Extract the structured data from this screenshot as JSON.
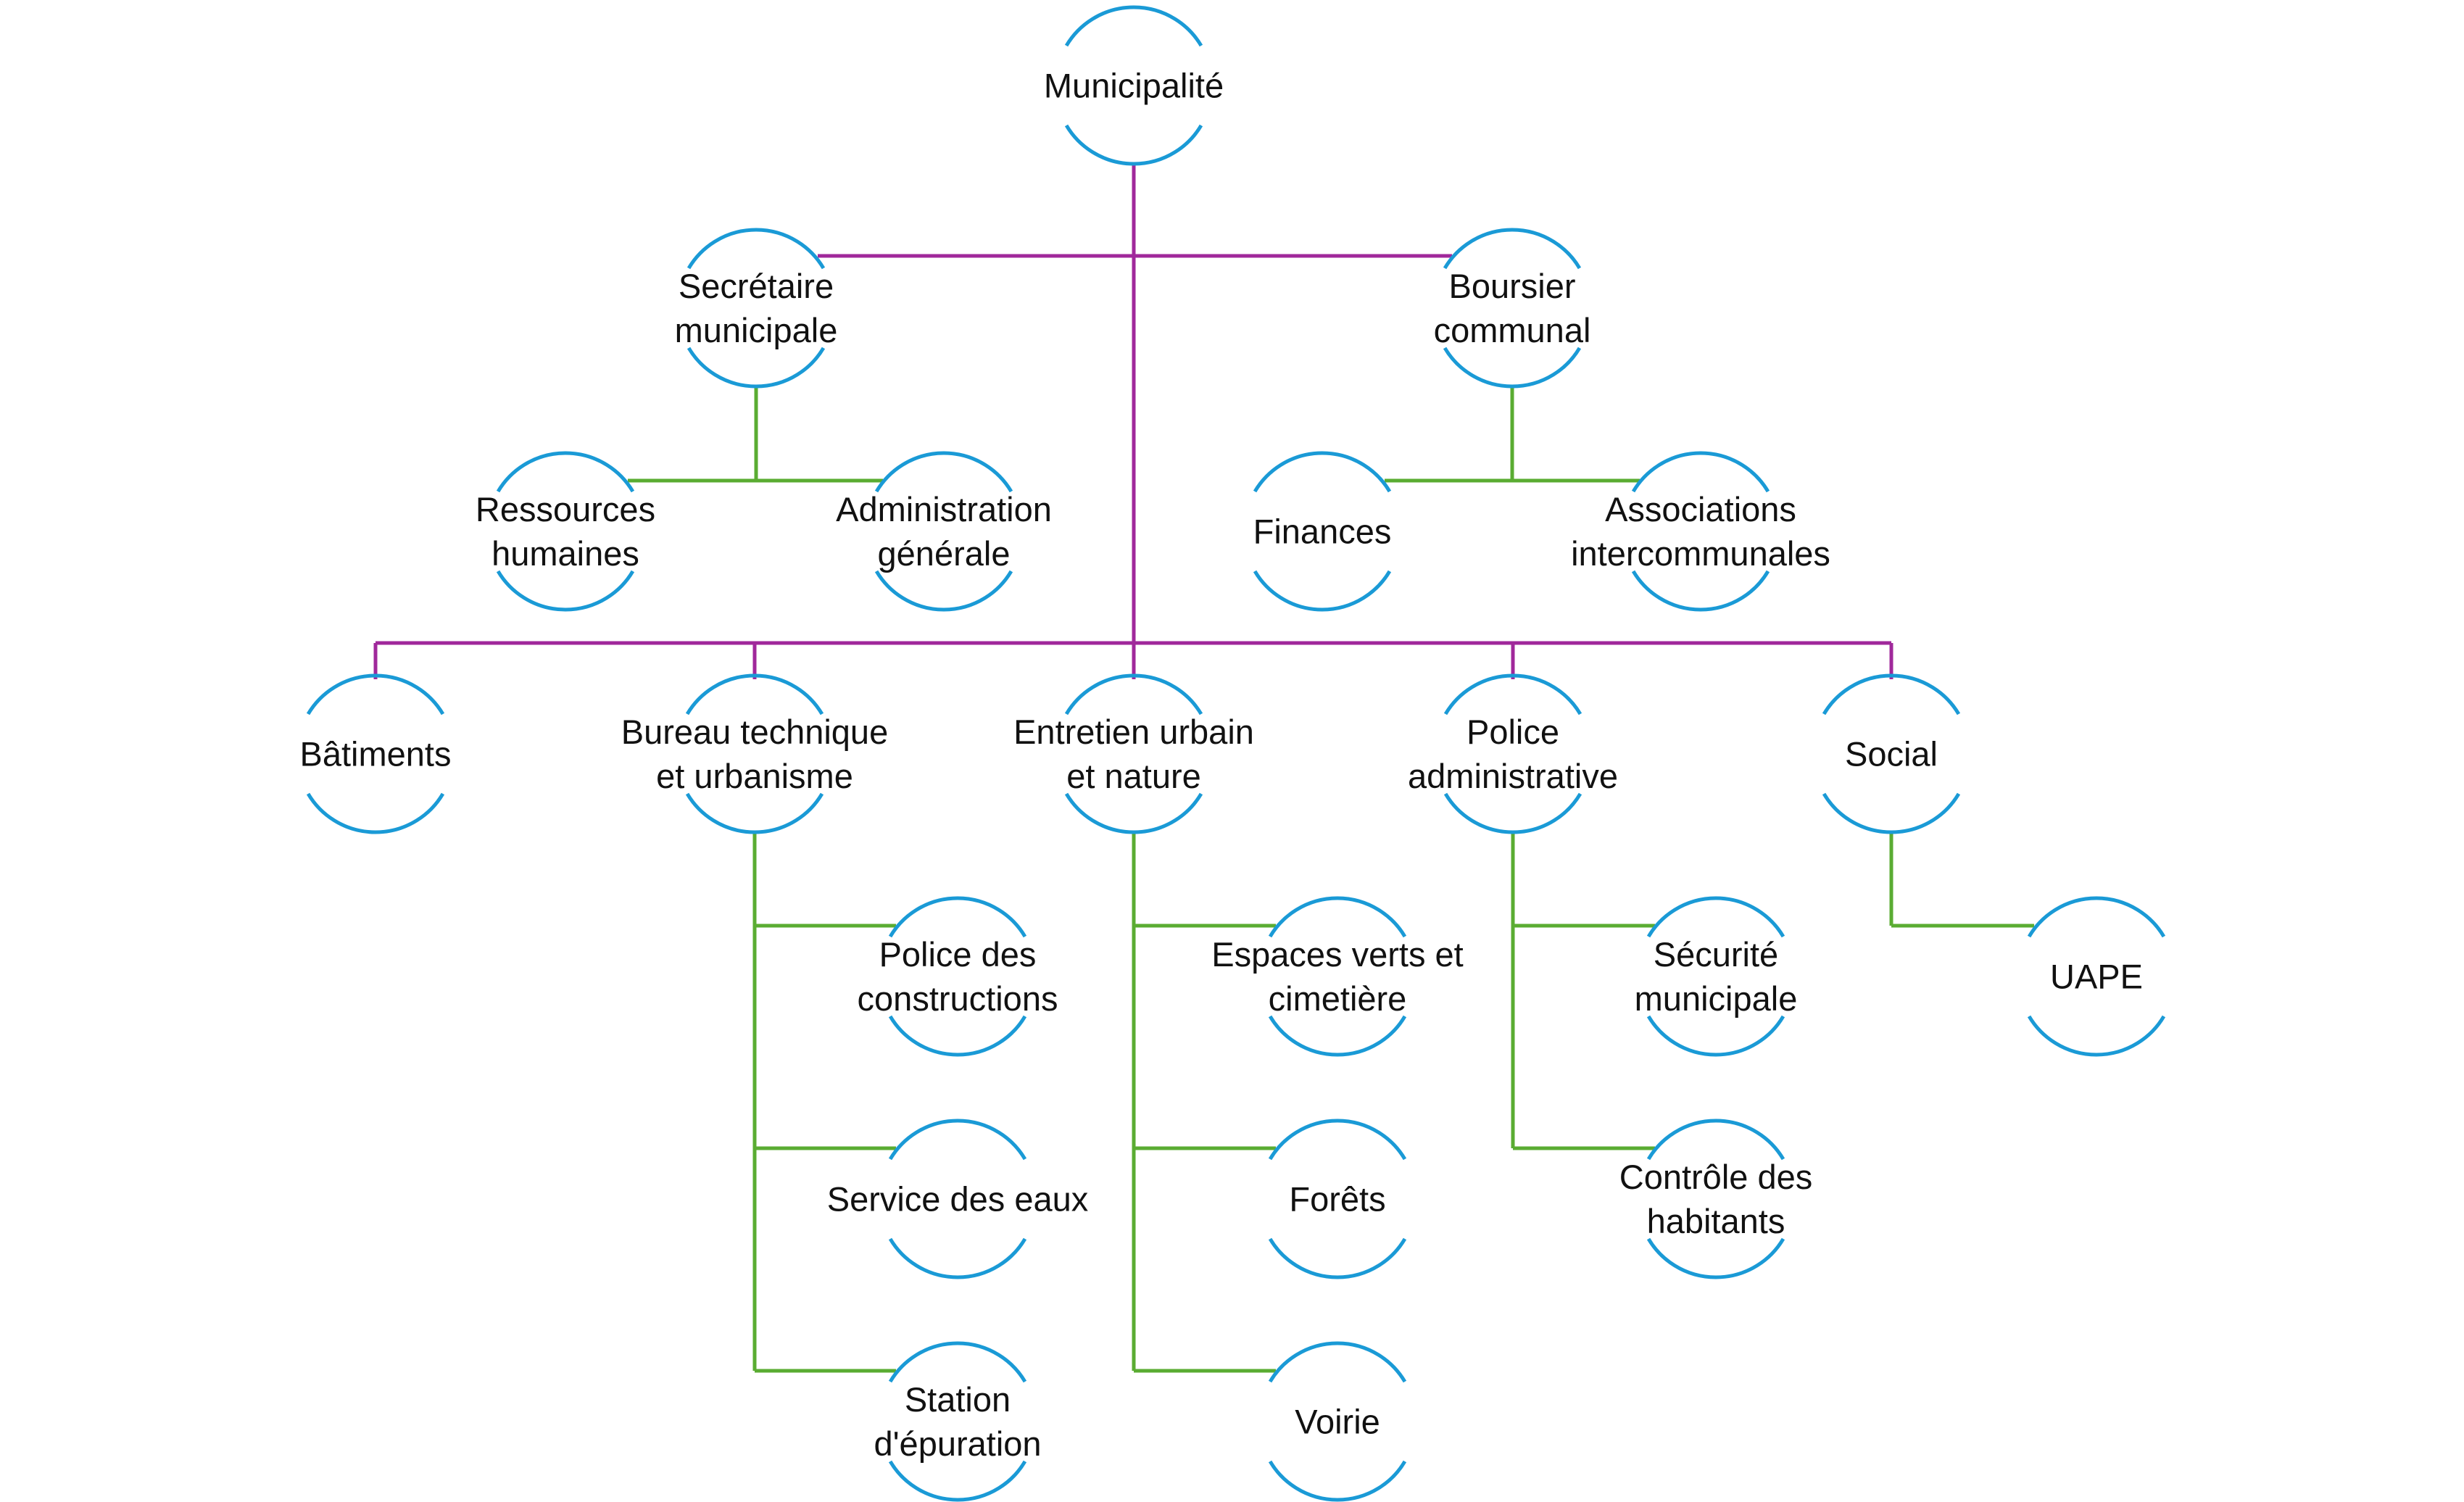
{
  "colors": {
    "node_arc": "#1a9ad6",
    "main_connector": "#a0289b",
    "sub_connector": "#5aac32",
    "text": "#111111"
  },
  "nodes": {
    "municipalite": [
      "Municipalité"
    ],
    "secretaire": [
      "Secrétaire",
      "municipale"
    ],
    "boursier": [
      "Boursier",
      "communal"
    ],
    "rh": [
      "Ressources",
      "humaines"
    ],
    "admin_gen": [
      "Administration",
      "générale"
    ],
    "finances": [
      "Finances"
    ],
    "associations": [
      "Associations",
      "intercommunales"
    ],
    "batiments": [
      "Bâtiments"
    ],
    "bureau_tech": [
      "Bureau technique",
      "et urbanisme"
    ],
    "entretien": [
      "Entretien urbain",
      "et nature"
    ],
    "police_admin": [
      "Police",
      "administrative"
    ],
    "social": [
      "Social"
    ],
    "police_constr": [
      "Police des",
      "constructions"
    ],
    "service_eaux": [
      "Service des eaux"
    ],
    "station": [
      "Station",
      "d'épuration"
    ],
    "espaces_verts": [
      "Espaces verts et",
      "cimetière"
    ],
    "forets": [
      "Forêts"
    ],
    "voirie": [
      "Voirie"
    ],
    "securite": [
      "Sécurité",
      "municipale"
    ],
    "controle": [
      "Contrôle des",
      "habitants"
    ],
    "uape": [
      "UAPE"
    ]
  }
}
